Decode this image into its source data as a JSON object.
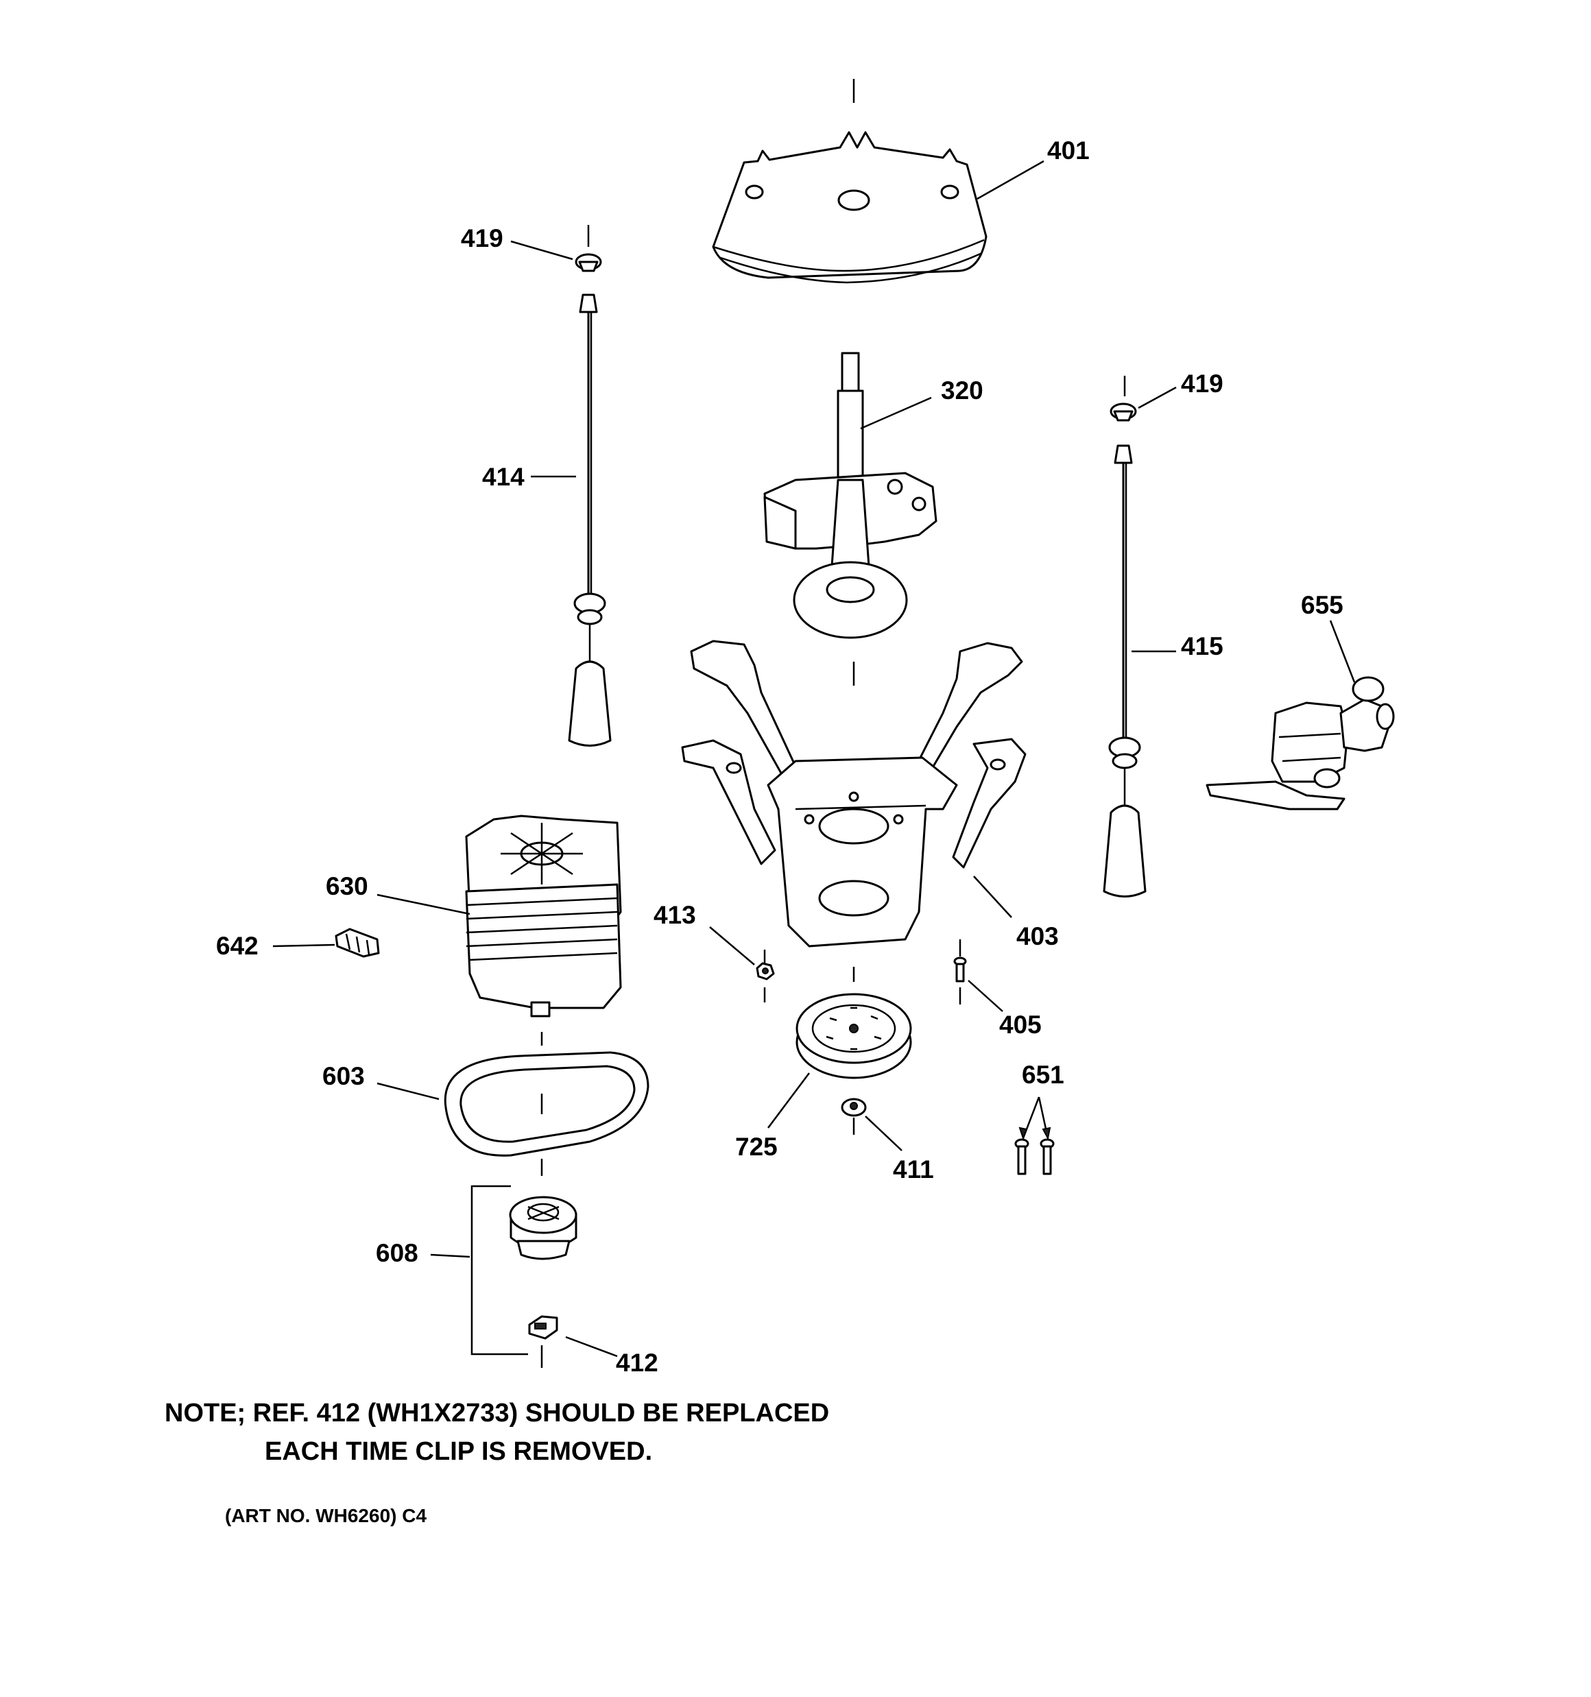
{
  "diagram": {
    "callouts": {
      "c401": "401",
      "c419a": "419",
      "c419b": "419",
      "c320": "320",
      "c414": "414",
      "c415": "415",
      "c655": "655",
      "c630": "630",
      "c642": "642",
      "c413": "413",
      "c403": "403",
      "c405": "405",
      "c651": "651",
      "c603": "603",
      "c725": "725",
      "c411": "411",
      "c608": "608",
      "c412": "412"
    },
    "note": {
      "line1": "NOTE; REF. 412 (WH1X2733) SHOULD BE REPLACED",
      "line2": "EACH TIME CLIP IS REMOVED."
    },
    "art_number": "(ART NO. WH6260) C4"
  },
  "colors": {
    "ink": "#000000",
    "paper": "#ffffff"
  }
}
